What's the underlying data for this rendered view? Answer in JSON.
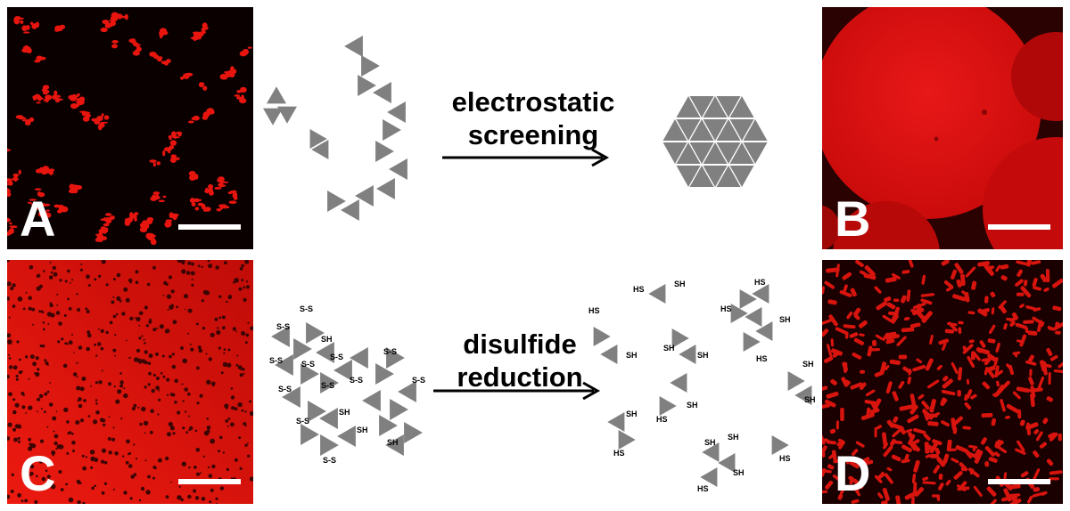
{
  "panels": {
    "a": {
      "letter": "A"
    },
    "b": {
      "letter": "B"
    },
    "c": {
      "letter": "C"
    },
    "d": {
      "letter": "D"
    }
  },
  "processes": {
    "top_line1": "electrostatic",
    "top_line2": "screening",
    "bottom_line1": "disulfide",
    "bottom_line2": "reduction"
  },
  "chemistry": {
    "disulfide": "S-S",
    "thiol_sh": "SH",
    "thiol_hs": "HS"
  },
  "colors": {
    "fluorescence": "#e01010",
    "background_dark": "#1a0000",
    "triangle": "#808080"
  }
}
